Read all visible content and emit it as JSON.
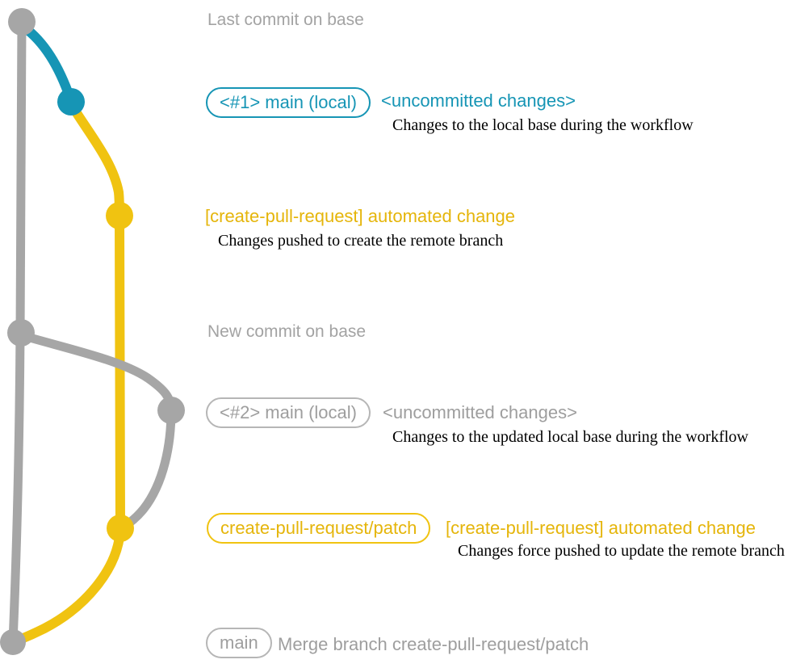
{
  "diagram_type": "git-branch-workflow",
  "colors": {
    "base_branch_gray": "#a6a6a6",
    "local_branch_teal": "#1695b5",
    "pr_branch_yellow": "#f0c311",
    "detail_text_black": "#000000",
    "note_text_gray": "#a3a3a3"
  },
  "graph": {
    "branches": [
      {
        "name": "base",
        "color": "#a6a6a6"
      },
      {
        "name": "main-local-uncommitted",
        "color": "#1695b5"
      },
      {
        "name": "create-pull-request-patch",
        "color": "#f0c311"
      }
    ],
    "commit_nodes": [
      {
        "id": "last-commit-on-base",
        "branch": "base",
        "color": "#a6a6a6"
      },
      {
        "id": "local-uncommitted-1",
        "branch": "main-local-uncommitted",
        "color": "#1695b5"
      },
      {
        "id": "automated-change-1",
        "branch": "create-pull-request-patch",
        "color": "#f0c311"
      },
      {
        "id": "new-commit-on-base",
        "branch": "base",
        "color": "#a6a6a6"
      },
      {
        "id": "local-uncommitted-2",
        "branch": "base",
        "color": "#a6a6a6"
      },
      {
        "id": "automated-change-2",
        "branch": "create-pull-request-patch",
        "color": "#f0c311"
      },
      {
        "id": "merge-commit",
        "branch": "base",
        "color": "#a6a6a6"
      }
    ]
  },
  "sections": {
    "last_commit": {
      "note": "Last commit on base"
    },
    "s1": {
      "badge": "<#1> main (local)",
      "heading": "<uncommitted changes>",
      "detail": "Changes to the local base during the workflow"
    },
    "s2": {
      "heading": "[create-pull-request] automated change",
      "detail": "Changes pushed to create the remote branch"
    },
    "new_commit": {
      "note": "New commit on base"
    },
    "s3": {
      "badge": "<#2> main (local)",
      "heading": "<uncommitted changes>",
      "detail": "Changes to the updated local base during the workflow"
    },
    "s4": {
      "badge": "create-pull-request/patch",
      "heading": "[create-pull-request] automated change",
      "detail": "Changes force pushed to update the remote branch"
    },
    "s5": {
      "badge": "main",
      "heading": "Merge branch create-pull-request/patch"
    }
  }
}
